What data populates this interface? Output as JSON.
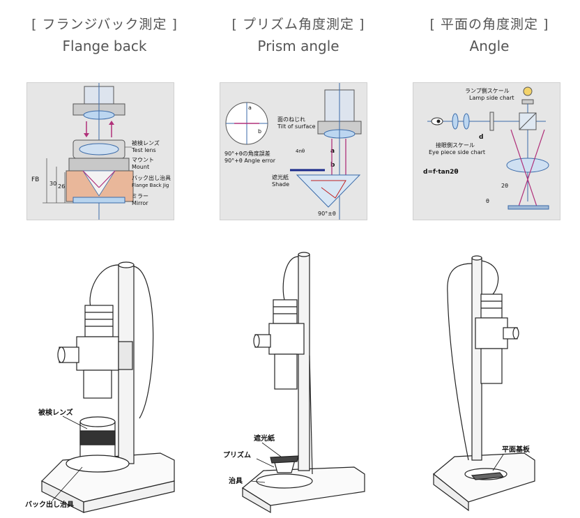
{
  "columns": [
    {
      "title_jp": "[ フランジバック測定 ]",
      "title_en": "Flange back",
      "diagram": {
        "test_lens_jp": "被検レンズ",
        "test_lens_en": "Test lens",
        "mount_jp": "マウント",
        "mount_en": "Mount",
        "jig_jp": "バック出し治具",
        "jig_en": "Flange Back Jig",
        "mirror_jp": "ミラー",
        "mirror_en": "Mirror",
        "fb": "FB",
        "dim_30": "30",
        "dim_26": "26"
      },
      "illustration": {
        "label_top": "被検レンズ",
        "label_bottom": "バック出し治具"
      }
    },
    {
      "title_jp": "[ プリズム角度測定 ]",
      "title_en": "Prism angle",
      "diagram": {
        "tilt_jp": "面のねじれ",
        "tilt_en": "Tilt of surface",
        "error_jp": "90°+θの角度誤差",
        "error_en": "90°+θ Angle error",
        "shade_jp": "遮光紙",
        "shade_en": "Shade",
        "four_theta": "4nθ",
        "a": "a",
        "b": "b",
        "angle_label": "90°±θ"
      },
      "illustration": {
        "label_shade": "遮光紙",
        "label_prism": "プリズム",
        "label_jig": "治具"
      }
    },
    {
      "title_jp": "[ 平面の角度測定 ]",
      "title_en": "Angle",
      "diagram": {
        "lamp_jp": "ランプ側スケール",
        "lamp_en": "Lamp side chart",
        "eye_jp": "接眼側スケール",
        "eye_en": "Eye piece side chart",
        "formula": "d=f·tan2θ",
        "d": "d",
        "two_theta": "2θ",
        "theta": "θ"
      },
      "illustration": {
        "label_plate": "平面基板"
      }
    }
  ]
}
